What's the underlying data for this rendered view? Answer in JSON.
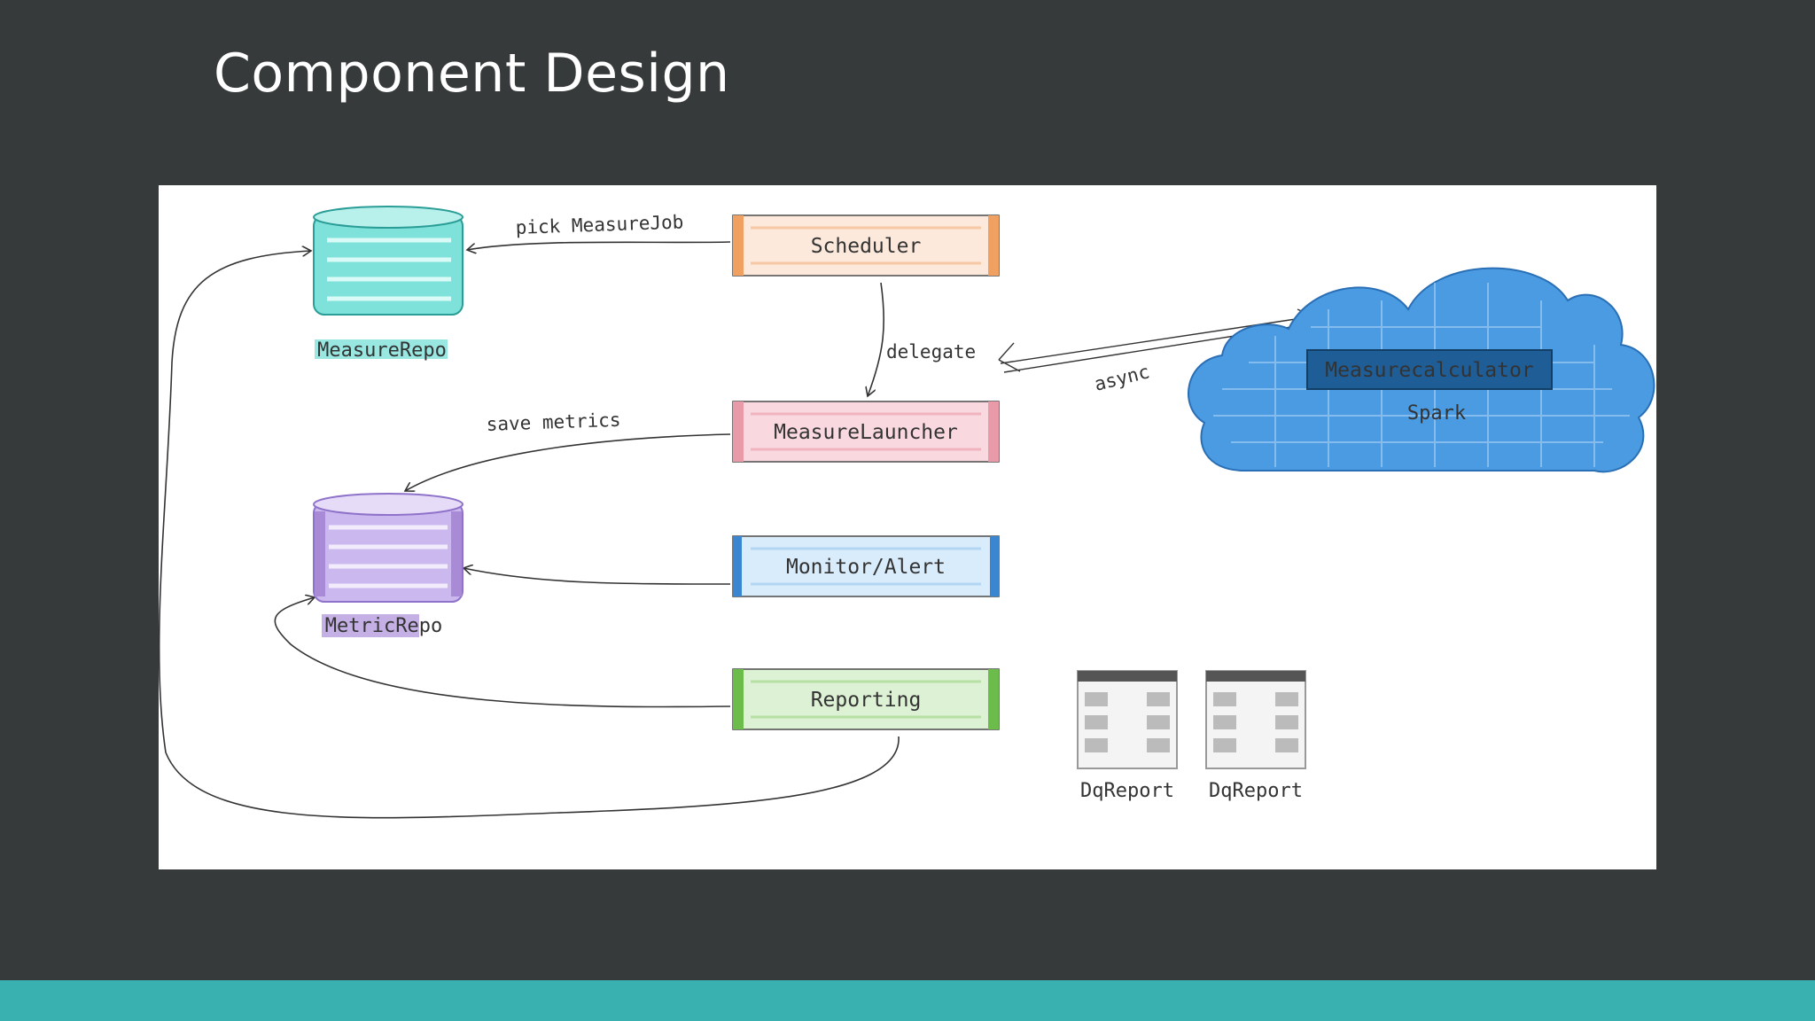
{
  "slide": {
    "title": "Component Design"
  },
  "diagram": {
    "stores": {
      "measure_repo": "MeasureRepo",
      "metric_repo": "MetricRepo"
    },
    "components": {
      "scheduler": "Scheduler",
      "measure_launcher": "MeasureLauncher",
      "monitor_alert": "Monitor/Alert",
      "reporting": "Reporting"
    },
    "cloud": {
      "calculator": "Measurecalculator",
      "engine": "Spark"
    },
    "reports": [
      "DqReport",
      "DqReport"
    ],
    "edges": {
      "pick": "pick MeasureJob",
      "delegate": "delegate",
      "async": "async",
      "save": "save metrics"
    },
    "colors": {
      "scheduler": "#f0a060",
      "launcher": "#e89aa8",
      "monitor": "#3a86d0",
      "reporting": "#6cbc4c",
      "measure_repo": "#5fd6cf",
      "metric_repo": "#a98ad6",
      "cloud": "#3f94e0",
      "footer": "#3ab1b1"
    }
  }
}
